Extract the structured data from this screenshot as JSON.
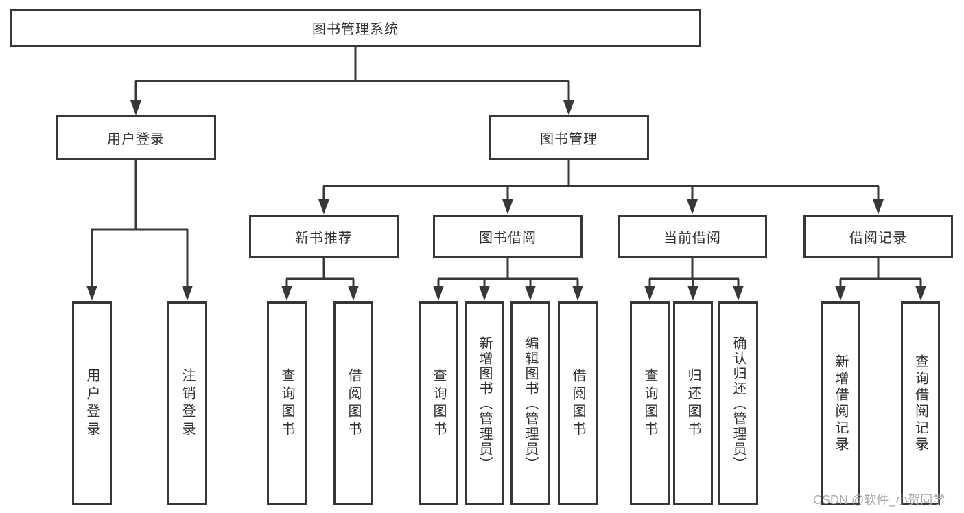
{
  "page": {
    "background": "#ffffff",
    "line_color": "#373737",
    "box_border_color": "#373737",
    "box_fill": "#ffffff",
    "text_color": "#2f2f2f"
  },
  "watermark": {
    "text": "CSDN @软件_小贺同学",
    "color": "#a9a9a9"
  },
  "diagram": {
    "type": "hierarchy-tree",
    "root": {
      "label": "图书管理系统"
    },
    "branches": [
      {
        "label": "用户登录",
        "children": [
          {
            "label": "用户登录"
          },
          {
            "label": "注销登录"
          }
        ]
      },
      {
        "label": "图书管理",
        "children": [
          {
            "label": "新书推荐",
            "children": [
              {
                "label": "查询图书"
              },
              {
                "label": "借阅图书"
              }
            ]
          },
          {
            "label": "图书借阅",
            "children": [
              {
                "label": "查询图书"
              },
              {
                "label": "新增图书（管理员）"
              },
              {
                "label": "编辑图书（管理员）"
              },
              {
                "label": "借阅图书"
              }
            ]
          },
          {
            "label": "当前借阅",
            "children": [
              {
                "label": "查询图书"
              },
              {
                "label": "归还图书"
              },
              {
                "label": "确认归还（管理员）"
              }
            ]
          },
          {
            "label": "借阅记录",
            "children": [
              {
                "label": "新增借阅记录"
              },
              {
                "label": "查询借阅记录"
              }
            ]
          }
        ]
      }
    ]
  }
}
